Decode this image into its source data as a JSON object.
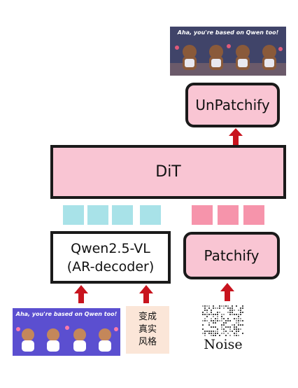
{
  "output_image": {
    "caption": "Aha, you're based on Qwen too!"
  },
  "unpatchify": {
    "label": "UnPatchify"
  },
  "dit": {
    "label": "DiT"
  },
  "qwen": {
    "line1": "Qwen2.5-VL",
    "line2": "(AR-decoder)"
  },
  "patchify": {
    "label": "Patchify"
  },
  "input_image": {
    "caption": "Aha, you're based on Qwen too!"
  },
  "prompt": {
    "line1": "变成",
    "line2": "真实",
    "line3": "风格"
  },
  "noise": {
    "label": "Noise"
  },
  "colors": {
    "pink": "#f9c5d3",
    "cyan_token": "#a8e2e8",
    "pink_token": "#f694ab",
    "arrow": "#c8141e",
    "border": "#1a1a1a",
    "prompt_bg": "#fbe6d8"
  }
}
